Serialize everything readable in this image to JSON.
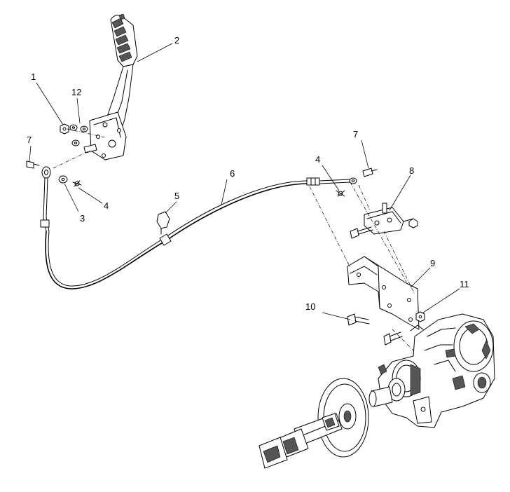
{
  "callouts": [
    {
      "id": "c1",
      "text": "1"
    },
    {
      "id": "c12",
      "text": "12"
    },
    {
      "id": "c2",
      "text": "2"
    },
    {
      "id": "c7a",
      "text": "7"
    },
    {
      "id": "c3",
      "text": "3"
    },
    {
      "id": "c4a",
      "text": "4"
    },
    {
      "id": "c5",
      "text": "5"
    },
    {
      "id": "c6",
      "text": "6"
    },
    {
      "id": "c4b",
      "text": "4"
    },
    {
      "id": "c7b",
      "text": "7"
    },
    {
      "id": "c8",
      "text": "8"
    },
    {
      "id": "c9",
      "text": "9"
    },
    {
      "id": "c10",
      "text": "10"
    },
    {
      "id": "c11",
      "text": "11"
    }
  ]
}
